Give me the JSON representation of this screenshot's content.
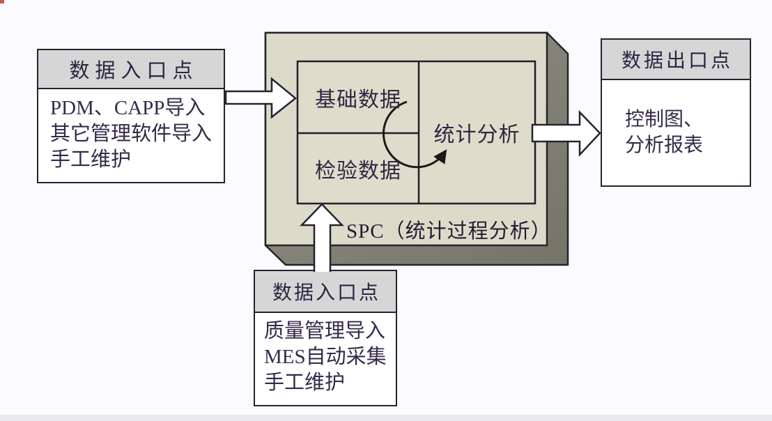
{
  "diagram_title": "SPC data flow diagram",
  "colors": {
    "page_bg": "#fbfbfd",
    "border": "#24242e",
    "text": "#342a4a",
    "header_bg": "#d6d6d6",
    "box_bg": "#ffffff",
    "spc_face": "#dcdbca",
    "spc_cell": "#deddcc",
    "spc_side_light": "#93928a",
    "spc_side_dark": "#757467",
    "arrow_fill": "#ffffff",
    "curved_arrow": "#1a1a1a",
    "corner_mark": "#c0392b",
    "footer_strip": "#e9e9ec"
  },
  "left_box": {
    "header": "数据入口点",
    "lines": [
      "PDM、CAPP导入",
      "其它管理软件导入",
      "手工维护"
    ]
  },
  "bottom_box": {
    "header": "数据入口点",
    "lines": [
      "质量管理导入",
      "MES自动采集",
      "手工维护"
    ]
  },
  "right_box": {
    "header": "数据出口点",
    "lines": [
      "控制图、",
      "分析报表"
    ]
  },
  "spc_block": {
    "cells": {
      "top_left": "基础数据",
      "bottom_left": "检验数据",
      "right": "统计分析"
    },
    "caption": "SPC（统计过程分析）"
  },
  "arrows": [
    {
      "name": "left-input-arrow",
      "from": "left_box",
      "to": "spc_block",
      "direction": "right",
      "style": "hollow"
    },
    {
      "name": "bottom-input-arrow",
      "from": "bottom_box",
      "to": "spc_block",
      "direction": "up",
      "style": "hollow"
    },
    {
      "name": "output-arrow",
      "from": "spc_block",
      "to": "right_box",
      "direction": "right",
      "style": "hollow"
    },
    {
      "name": "cycle-arrow",
      "within": "spc_block",
      "shape": "circular-arc",
      "style": "solid"
    }
  ]
}
